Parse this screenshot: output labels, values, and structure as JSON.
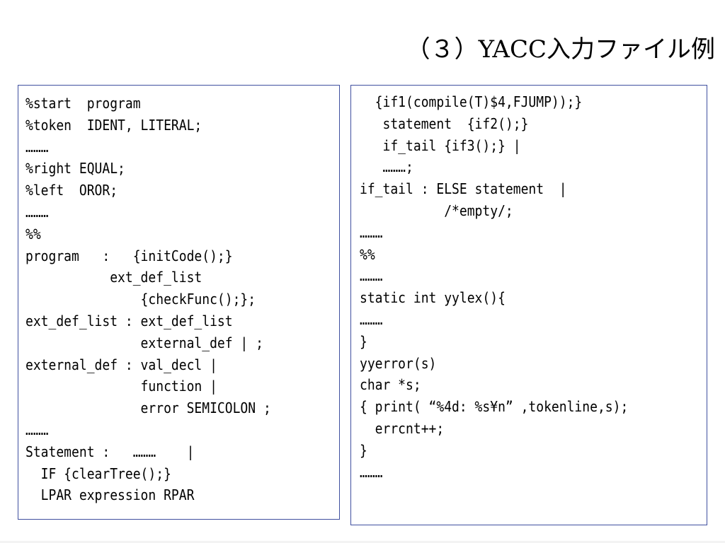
{
  "slide": {
    "title": "（３）YACC入力ファイル例"
  },
  "left_panel": {
    "lines": [
      "%start  program",
      "%token  IDENT, LITERAL;",
      "………",
      "%right EQUAL;",
      "%left  OROR;",
      "………",
      "%%",
      "program   :   {initCode();}",
      "           ext_def_list",
      "               {checkFunc();};",
      "ext_def_list : ext_def_list",
      "               external_def | ;",
      "external_def : val_decl |",
      "               function |",
      "               error SEMICOLON ;",
      "………",
      "Statement :   ………    |",
      "  IF {clearTree();}",
      "  LPAR expression RPAR"
    ]
  },
  "right_panel": {
    "lines": [
      "  {if1(compile(T)$4,FJUMP));}",
      "   statement  {if2();}",
      "   if_tail {if3();} |",
      "   ………;",
      "if_tail : ELSE statement  |",
      "           /*empty/;",
      "………",
      "%%",
      "………",
      "static int yylex(){",
      "………",
      "}",
      "yyerror(s)",
      "char *s;",
      "{ print( “%4d: %s¥n” ,tokenline,s);",
      "  errcnt++;",
      "}",
      "………"
    ]
  }
}
